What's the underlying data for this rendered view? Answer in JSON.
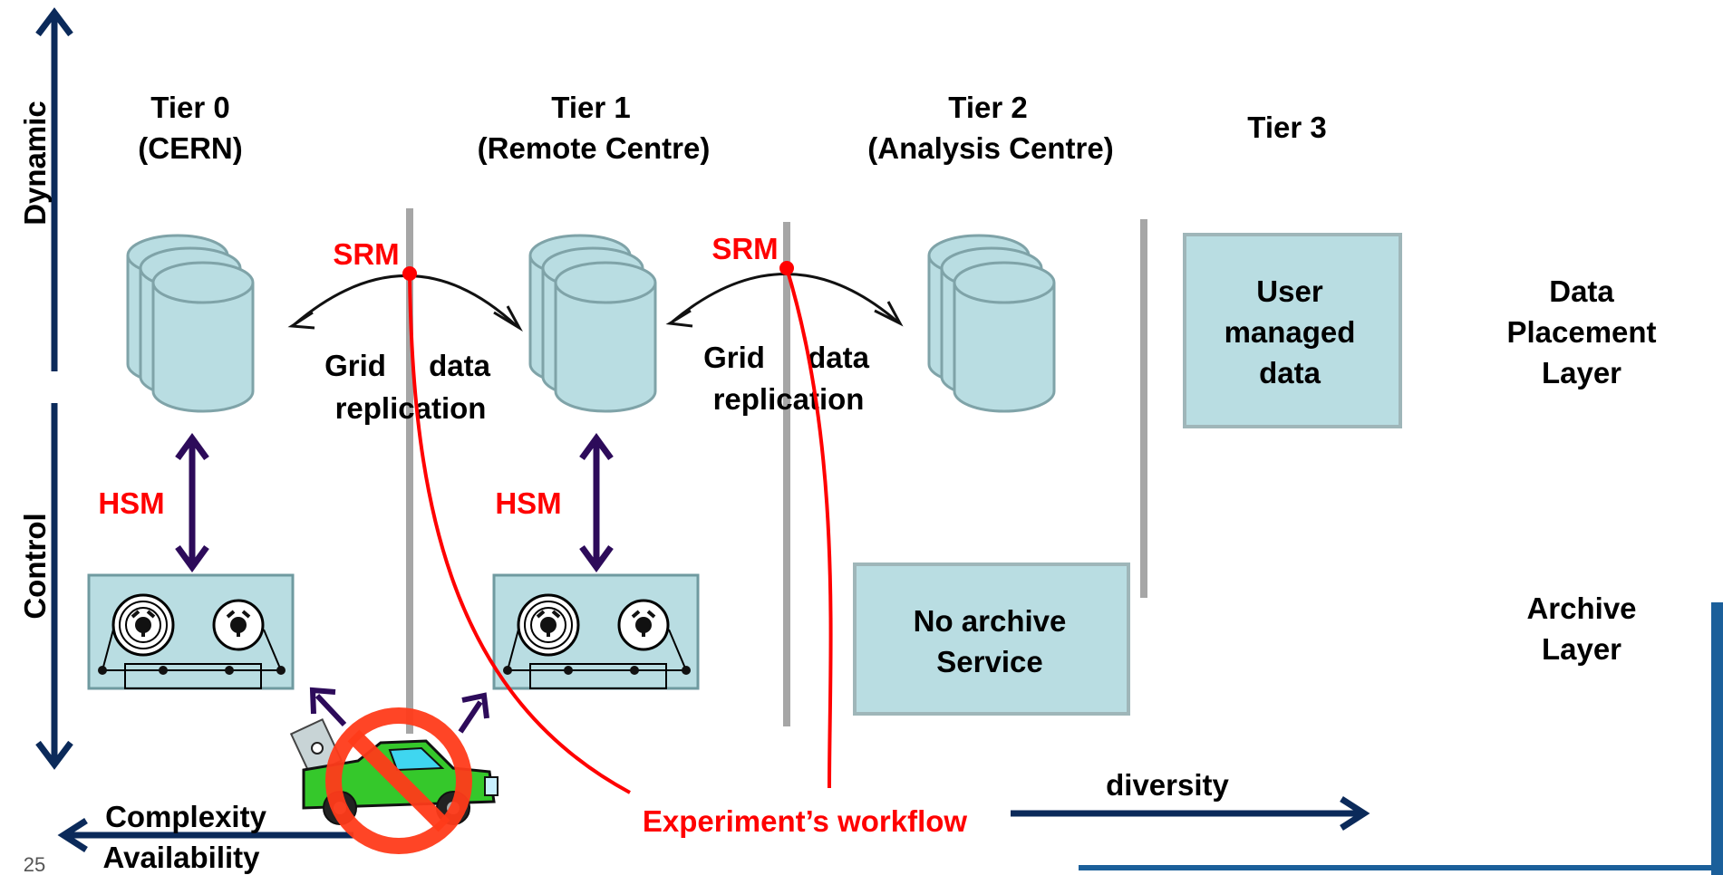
{
  "tiers": [
    {
      "line1": "Tier 0",
      "line2": "(CERN)"
    },
    {
      "line1": "Tier 1",
      "line2": "(Remote Centre)"
    },
    {
      "line1": "Tier 2",
      "line2": "(Analysis Centre)"
    },
    {
      "line1": "Tier 3",
      "line2": ""
    }
  ],
  "protocols": {
    "srm": "SRM",
    "hsm": "HSM"
  },
  "replication": {
    "line1_a": "Grid",
    "line1_b": "data",
    "line2": "replication"
  },
  "tier3_box": [
    "User",
    "managed",
    "data"
  ],
  "no_archive": [
    "No archive",
    "Service"
  ],
  "layers": {
    "data_placement": [
      "Data",
      "Placement",
      "Layer"
    ],
    "archive": [
      "Archive",
      "Layer"
    ]
  },
  "axes": {
    "dynamic": "Dynamic",
    "control": "Control",
    "complexity": "Complexity",
    "availability": "Availability",
    "diversity": "diversity"
  },
  "workflow_label": "Experiment’s workflow",
  "slide_number": "25",
  "colors": {
    "navy": "#0b2a5a",
    "purple": "#2d0b5a",
    "red": "#ff0000",
    "storage": "#b9dde2",
    "separator": "#a6a6a6",
    "accent_blue": "#1b5f9a"
  },
  "icons": [
    "disk-stack-icon",
    "tape-drive-icon",
    "no-truck-icon"
  ]
}
